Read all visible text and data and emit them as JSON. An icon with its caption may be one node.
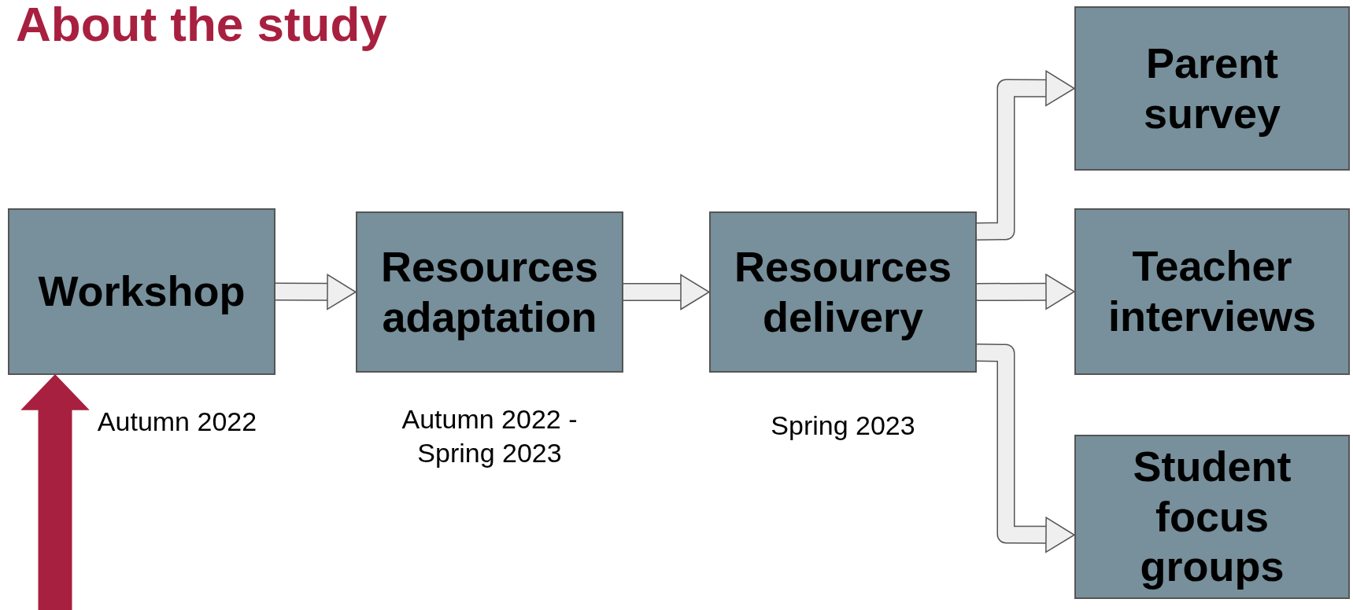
{
  "diagram": {
    "title": "About the study",
    "nodes": [
      {
        "text": [
          "Workshop"
        ],
        "beside": [
          "Autumn 2022"
        ]
      },
      {
        "text": [
          "Resources adaptation"
        ],
        "beside": [
          "Autumn 2022 - Spring 2023"
        ]
      },
      {
        "text": [
          "Resources delivery"
        ],
        "beside": [
          "Spring 2023"
        ]
      },
      {
        "text": [
          "Parent survey"
        ]
      },
      {
        "text": [
          "Teacher interviews"
        ]
      },
      {
        "text": [
          "Student focus groups"
        ]
      }
    ],
    "edges": [
      {
        "from": 0,
        "to": 1,
        "arrow": "to"
      },
      {
        "from": 1,
        "to": 2,
        "arrow": "to"
      },
      {
        "from": 2,
        "to": 3,
        "arrow": "to"
      },
      {
        "from": 2,
        "to": 4,
        "arrow": "to"
      },
      {
        "from": 2,
        "to": 5,
        "arrow": "to"
      },
      {
        "from": null,
        "to": 0,
        "arrow": "to",
        "style": "thick",
        "color": "#a8203f"
      }
    ]
  }
}
